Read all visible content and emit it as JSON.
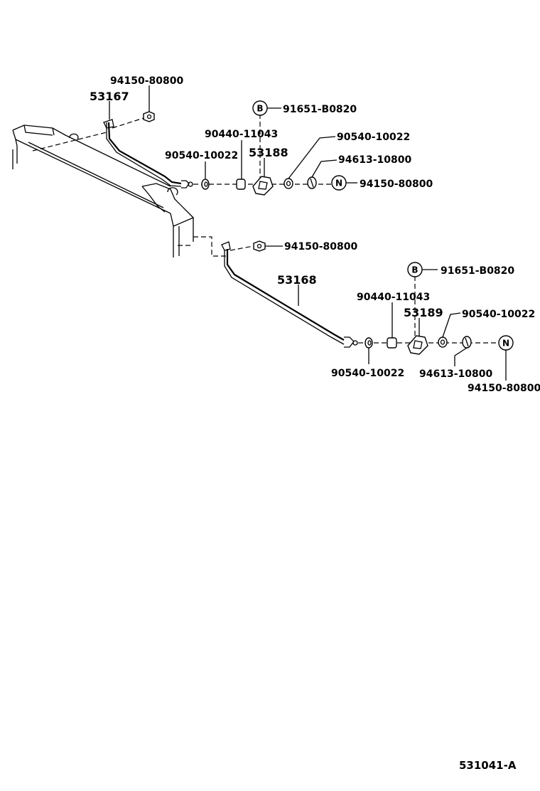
{
  "diagram": {
    "ref_code": "531041-A",
    "upper_assembly": {
      "rod_label": "53167",
      "cushion_label": "53188",
      "nut_top": "94150-80800",
      "collar": "90440-11043",
      "washer_left": "90540-10022",
      "washer_right": "90540-10022",
      "bolt_marker": "B",
      "bolt": "91651-B0820",
      "spring_washer": "94613-10800",
      "nut_marker": "N",
      "nut_end": "94150-80800"
    },
    "lower_assembly": {
      "nut_top": "94150-80800",
      "rod_label": "53168",
      "cushion_label": "53189",
      "collar": "90440-11043",
      "bolt_marker": "B",
      "bolt": "91651-B0820",
      "washer_right": "90540-10022",
      "washer_left": "90540-10022",
      "spring_washer": "94613-10800",
      "nut_marker": "N",
      "nut_end": "94150-80800"
    }
  }
}
